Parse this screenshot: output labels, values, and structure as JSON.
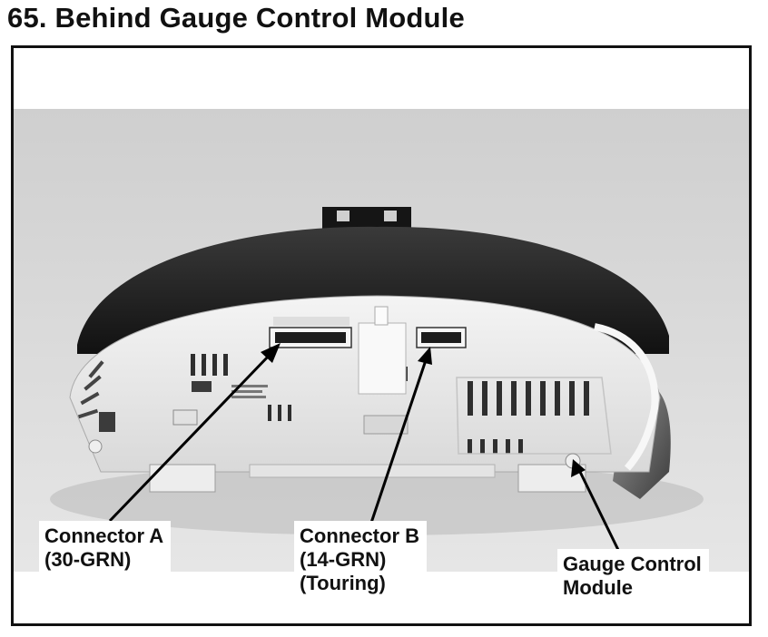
{
  "title": "65. Behind Gauge Control Module",
  "labels": {
    "connector_a": {
      "line1": "Connector A",
      "line2": "(30-GRN)"
    },
    "connector_b": {
      "line1": "Connector B",
      "line2": "(14-GRN)",
      "line3": "(Touring)"
    },
    "gauge_control_module": {
      "line1": "Gauge Control",
      "line2": "Module"
    }
  }
}
